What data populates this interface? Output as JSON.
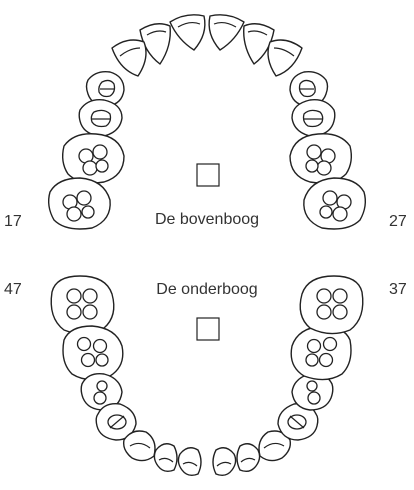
{
  "upper_arch": {
    "label": "De bovenboog",
    "left_number": "17",
    "right_number": "27"
  },
  "lower_arch": {
    "label": "De onderboog",
    "left_number": "47",
    "right_number": "37"
  }
}
